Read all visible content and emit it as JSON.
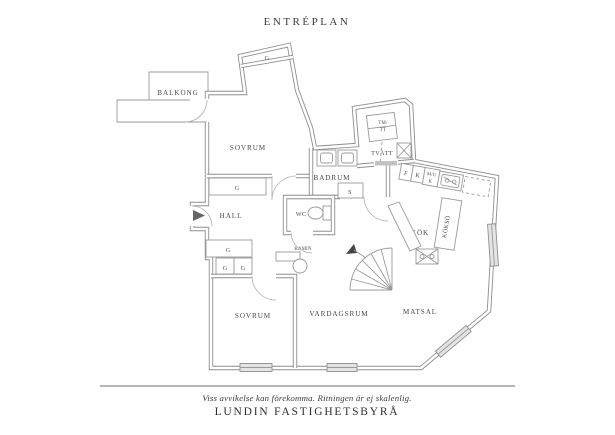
{
  "title": "ENTRÉPLAN",
  "rooms": {
    "balkong": "BALKONG",
    "sovrum_upper": "SOVRUM",
    "tvatt": "TVÄTT",
    "badrum": "BADRUM",
    "wc": "WC",
    "hall": "HALL",
    "kok": "KÖK",
    "kokso": "KÖKSÖ",
    "sovrum_lower": "SOVRUM",
    "vardagsrum": "VARDAGSRUM",
    "matsal": "MATSAL"
  },
  "fixtures": {
    "garderob": "G",
    "skap": "S",
    "kamin": "KAMIN",
    "tm_tt_line1": "TM/",
    "tm_tt_line2": "TT",
    "frys": "F",
    "kyl": "K",
    "micro_line1": "M/U",
    "micro_line2": "K"
  },
  "footer": {
    "disclaimer": "Viss avvikelse kan förekomma. Ritningen är ej skalenlig.",
    "brand": "LUNDIN FASTIGHETSBYRÅ"
  },
  "colors": {
    "wall": "#8e8e8e",
    "label": "#4a4a4a",
    "page_background": "#ffffff"
  }
}
